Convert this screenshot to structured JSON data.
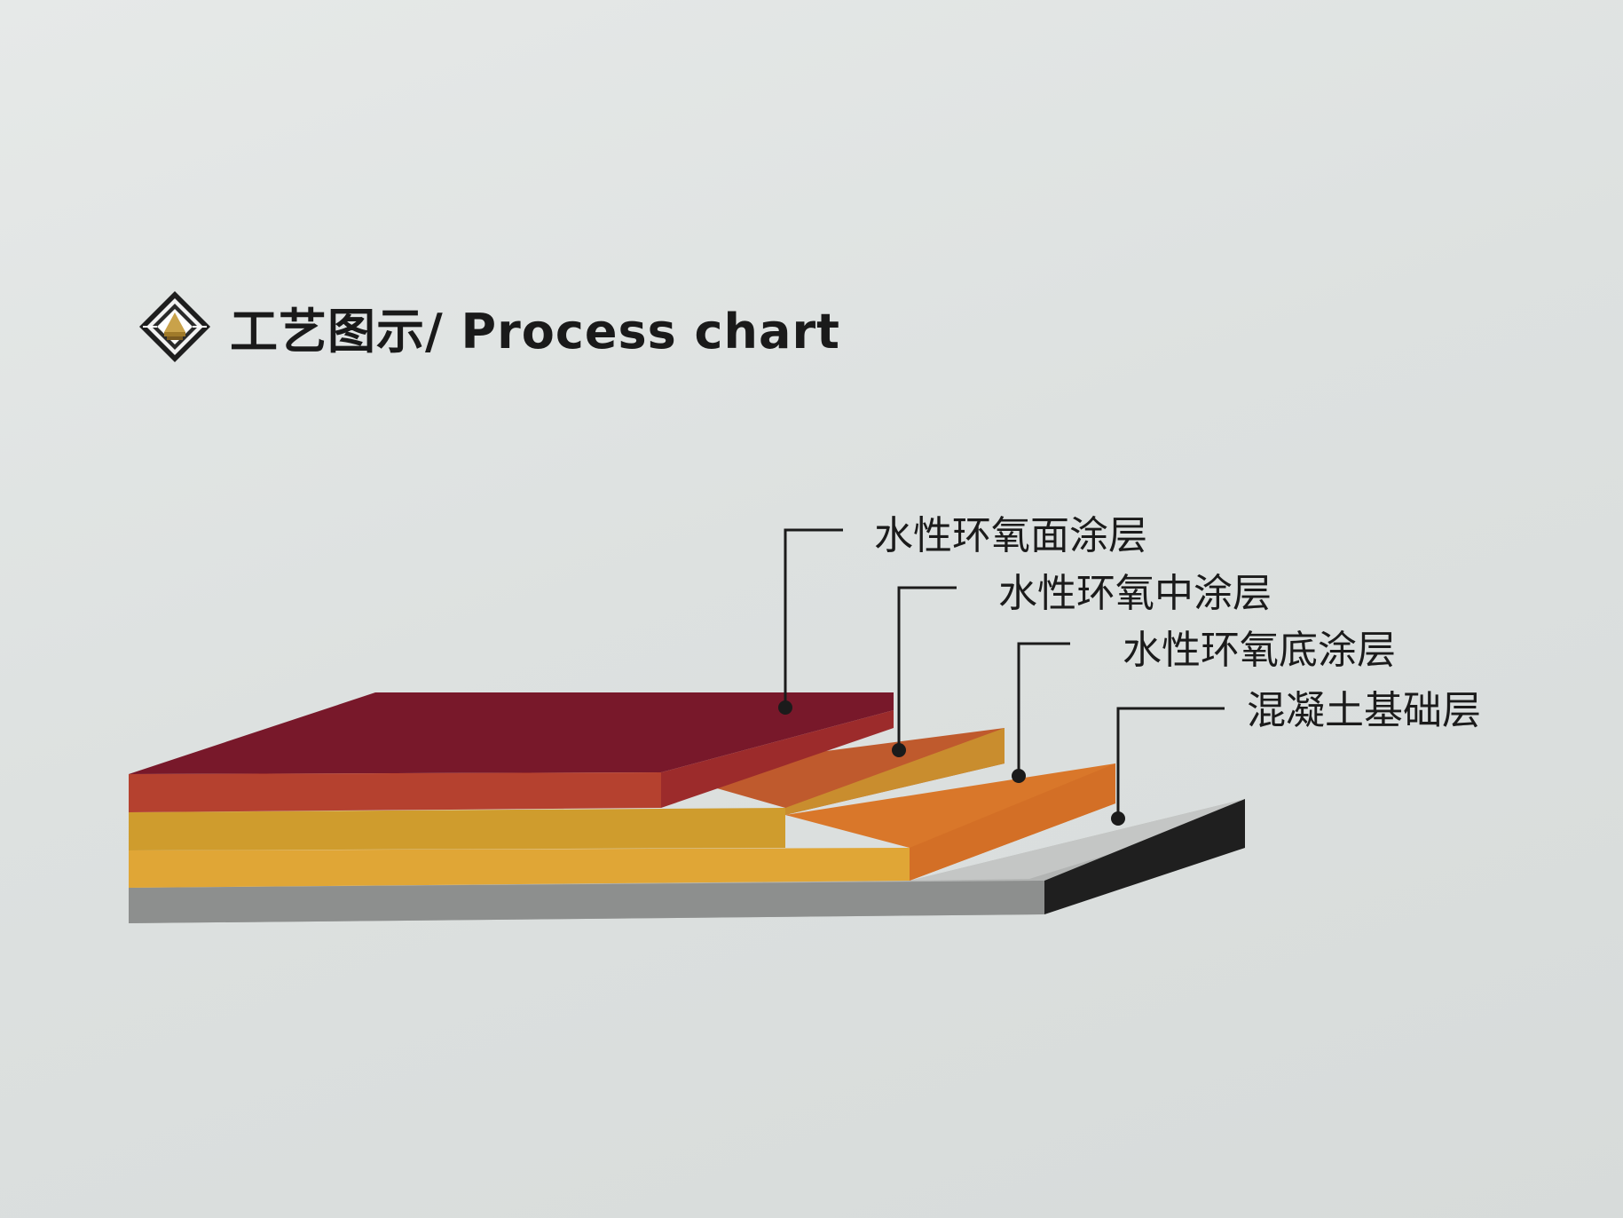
{
  "header": {
    "title": "工艺图示/ Process chart"
  },
  "icons": {
    "logo": "diamond-emblem-icon"
  },
  "layers": [
    {
      "label": "水性环氧面涂层",
      "top_color": "#7a1a24",
      "side_color": "#b8432f"
    },
    {
      "label": "水性环氧中涂层",
      "top_color": "#c0522c",
      "side_color": "#cf9d2c"
    },
    {
      "label": "水性环氧底涂层",
      "top_color": "#dc7a2a",
      "side_color": "#e0a535"
    },
    {
      "label": "混凝土基础层",
      "top_color": "#b3b3b3",
      "side_color": "#8c8c8c"
    }
  ],
  "colors": {
    "background": "#e2e5e4",
    "leader_line": "#1b1b1b",
    "concrete_edge": "#222222"
  }
}
